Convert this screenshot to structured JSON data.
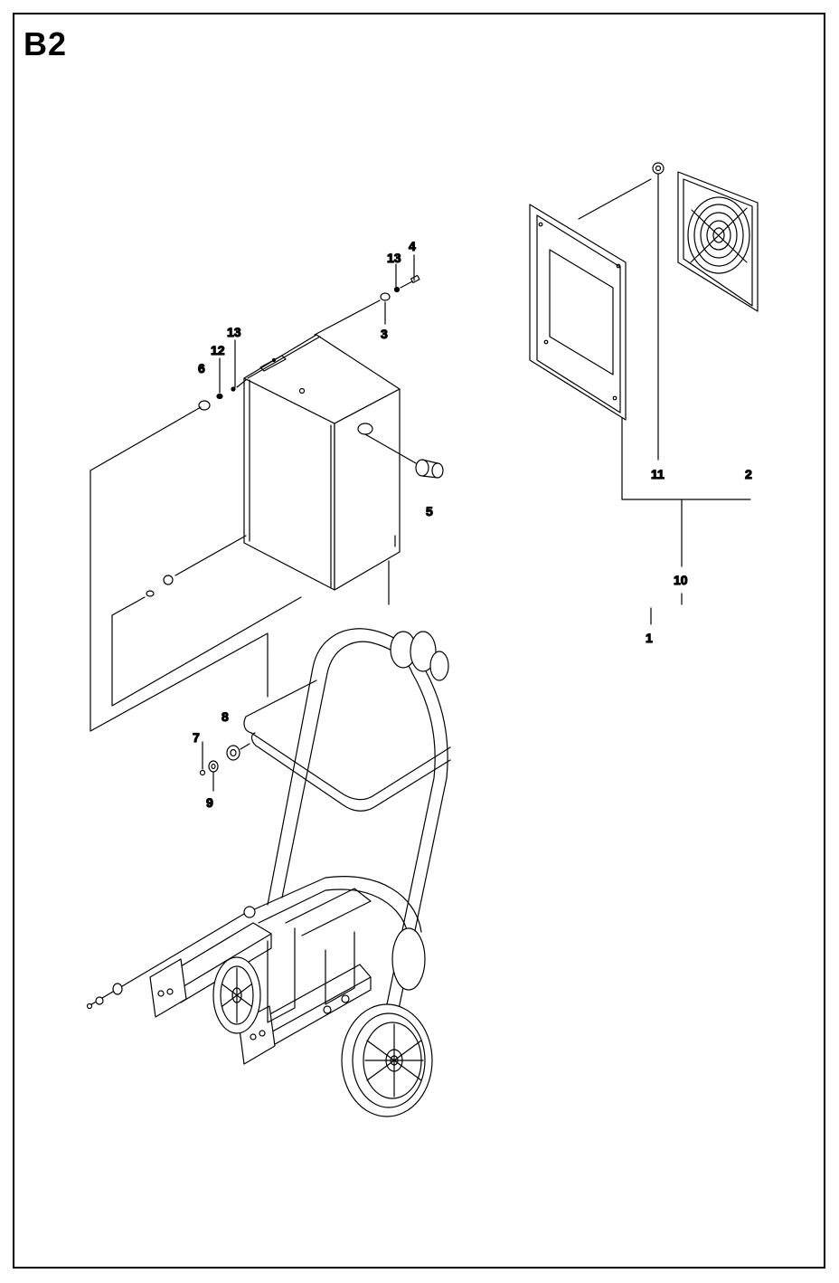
{
  "page": {
    "section_label": "B2"
  },
  "callouts": {
    "c1": "1",
    "c2": "2",
    "c3": "3",
    "c4": "4",
    "c5": "5",
    "c6": "6",
    "c7": "7",
    "c8": "8",
    "c9": "9",
    "c10": "10",
    "c11": "11",
    "c12": "12",
    "c13a": "13",
    "c13b": "13"
  },
  "colors": {
    "line": "#000000",
    "background": "#ffffff"
  }
}
